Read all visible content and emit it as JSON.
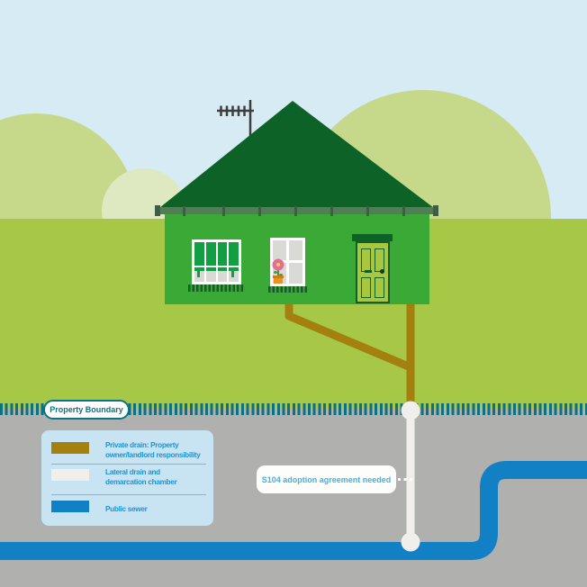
{
  "diagram": {
    "property_boundary_label": "Property Boundary",
    "s104_label": "S104 adoption agreement needed",
    "legend": {
      "items": [
        {
          "id": "private-drain",
          "swatch_color": "#a3800f",
          "line1": "Private drain: Property",
          "line2": "owner/landlord responsibility"
        },
        {
          "id": "lateral-drain",
          "swatch_color": "#f1efeb",
          "line1": "Lateral drain and",
          "line2": "demarcation chamber"
        },
        {
          "id": "public-sewer",
          "swatch_color": "#1280c4",
          "line1": "Public sewer",
          "line2": ""
        }
      ]
    },
    "colors": {
      "sky": "#d7ebf4",
      "hill": "#c6d98b",
      "hill_pale": "#dfe9c1",
      "grass": "#a6c846",
      "underground_gray": "#b0b0ae",
      "roof_dark_green": "#0d6327",
      "house_wall_green": "#3aa935",
      "door_green": "#a8c73e",
      "private_drain_gold": "#a3800f",
      "lateral_drain_white": "#f1efeb",
      "public_sewer_blue": "#1280c4",
      "boundary_teal": "#0d7383",
      "legend_text_blue": "#1a96d4",
      "s104_text_blue": "#41b1e3",
      "legend_bg": "#c8e3f2"
    }
  }
}
